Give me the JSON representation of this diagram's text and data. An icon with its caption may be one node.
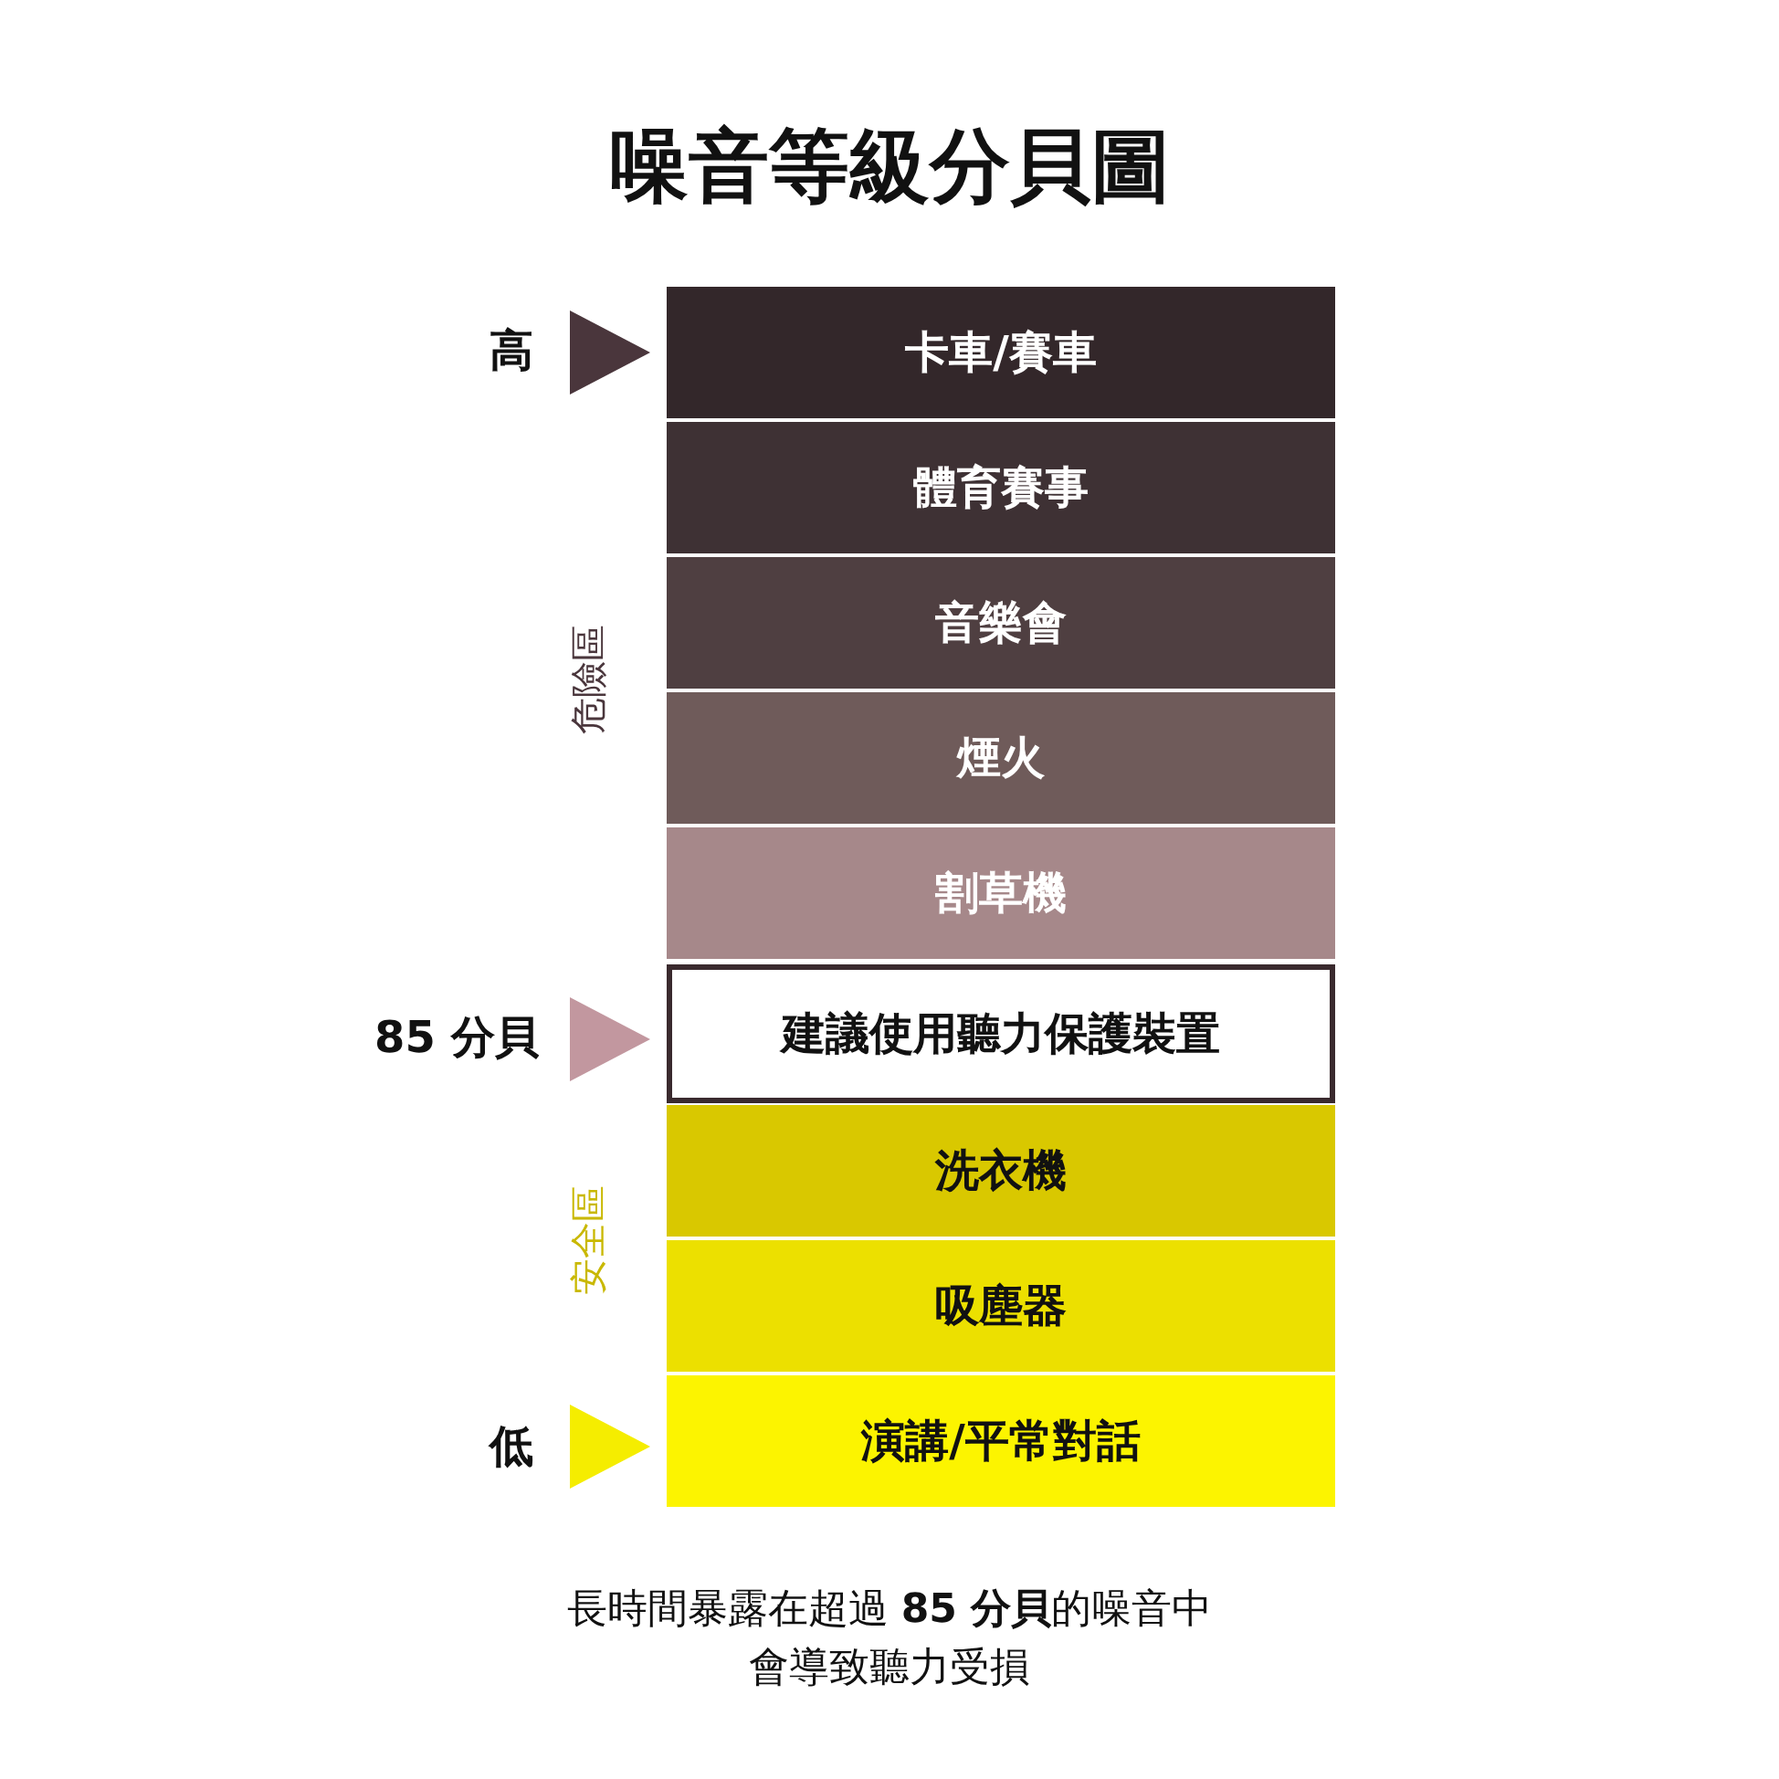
{
  "diagram": {
    "title": "噪音等級分貝圖",
    "nodes": [
      {
        "text": [
          "卡車/賽車"
        ]
      },
      {
        "text": [
          "體育賽事"
        ]
      },
      {
        "text": [
          "音樂會"
        ]
      },
      {
        "text": [
          "煙火"
        ]
      },
      {
        "text": [
          "割草機"
        ]
      },
      {
        "text": [
          "建議使用聽力保護裝置"
        ]
      },
      {
        "text": [
          "洗衣機"
        ]
      },
      {
        "text": [
          "吸塵器"
        ]
      },
      {
        "text": [
          "演講/平常對話"
        ]
      }
    ],
    "edges": [],
    "labels": [
      "高",
      "危險區",
      "85 分貝",
      "安全區",
      "低"
    ],
    "caption": "長時間暴露在超過 **85 分貝**的噪音中會導致聽力受損"
  }
}
